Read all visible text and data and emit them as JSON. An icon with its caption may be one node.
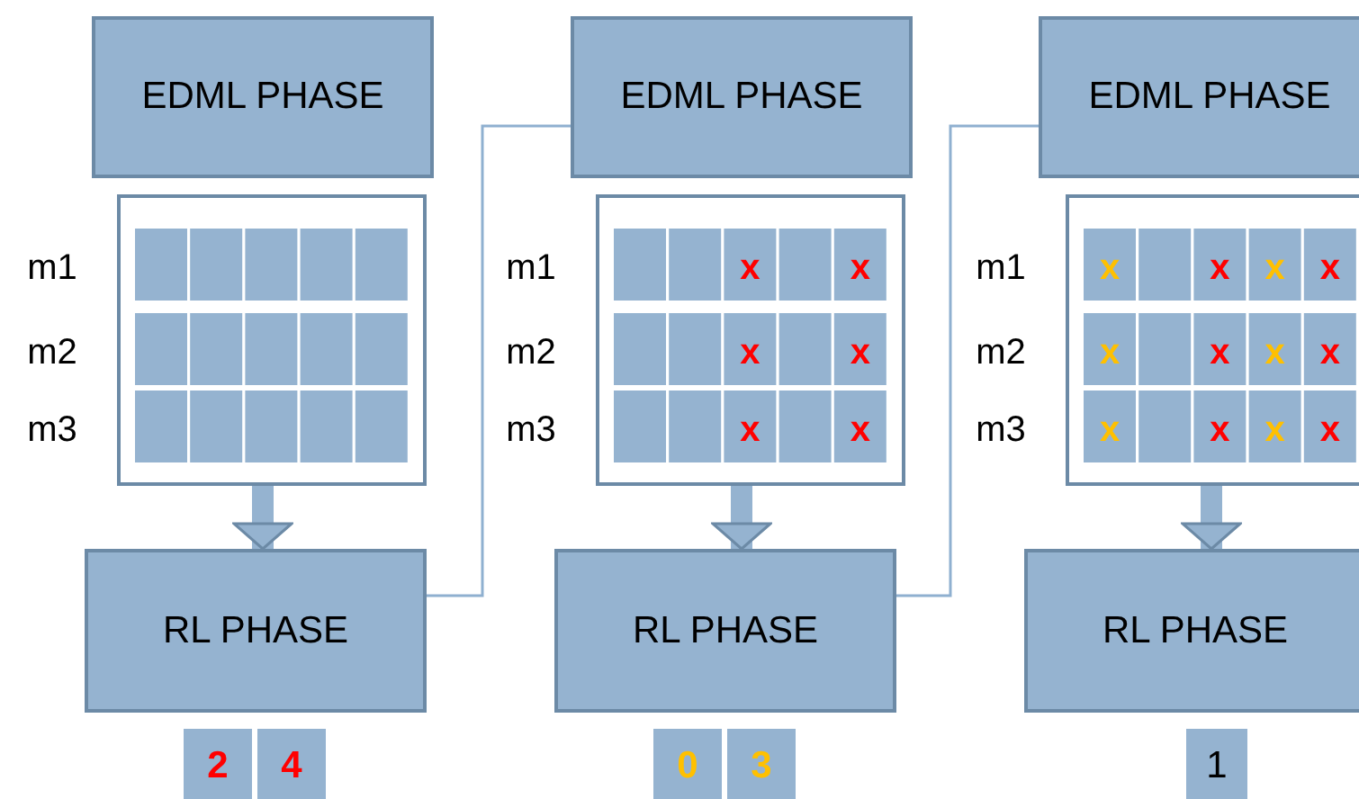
{
  "diagram": {
    "nodes": [
      {
        "text": [
          "EDML PHASE"
        ]
      },
      {
        "text": [],
        "shape": "box"
      },
      {
        "text": [
          "RL PHASE"
        ],
        "beside": [
          "2",
          "4"
        ]
      },
      {
        "text": [
          "EDML PHASE"
        ]
      },
      {
        "text": [],
        "shape": "box"
      },
      {
        "text": [
          "RL PHASE"
        ],
        "beside": [
          "0",
          "3"
        ]
      },
      {
        "text": [
          "EDML PHASE"
        ]
      },
      {
        "text": [],
        "shape": "box"
      },
      {
        "text": [
          "RL PHASE"
        ],
        "beside": [
          "1"
        ]
      }
    ],
    "edges": [
      {
        "from": 1,
        "to": 2,
        "arrow": "to"
      },
      {
        "from": 2,
        "to": 3,
        "arrow": "none"
      },
      {
        "from": 4,
        "to": 5,
        "arrow": "to"
      },
      {
        "from": 5,
        "to": 6,
        "arrow": "none"
      },
      {
        "from": 7,
        "to": 8,
        "arrow": "to"
      }
    ],
    "labels": [
      "m1",
      "m2",
      "m3",
      "m1",
      "x",
      "x",
      "m2",
      "x",
      "x",
      "m3",
      "x",
      "x",
      "m1",
      "x",
      "x",
      "x",
      "x",
      "m2",
      "x",
      "x",
      "x",
      "x",
      "m3",
      "x",
      "x",
      "x",
      "x"
    ]
  }
}
